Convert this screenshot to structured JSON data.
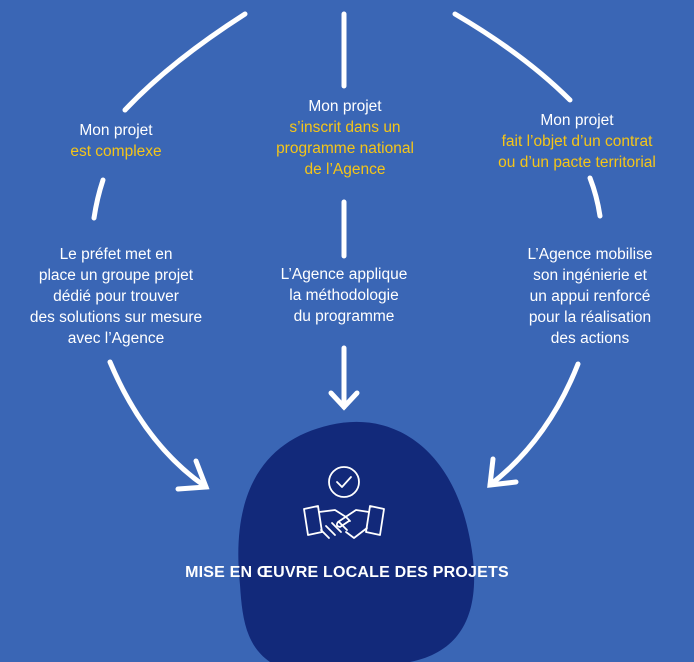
{
  "columns": [
    {
      "title_intro": "Mon projet",
      "title_highlight": [
        "est complexe"
      ],
      "body": [
        "Le préfet met en",
        "place un groupe projet",
        "dédié pour trouver",
        "des solutions sur mesure",
        "avec l’Agence"
      ]
    },
    {
      "title_intro": "Mon projet",
      "title_highlight": [
        "s’inscrit dans un",
        "programme national",
        "de l’Agence"
      ],
      "body": [
        "L’Agence applique",
        "la méthodologie",
        "du programme"
      ]
    },
    {
      "title_intro": "Mon projet",
      "title_highlight": [
        "fait l’objet d’un contrat",
        "ou d’un pacte territorial"
      ],
      "body": [
        "L’Agence mobilise",
        "son ingénierie et",
        "un appui renforcé",
        "pour la réalisation",
        "des actions"
      ]
    }
  ],
  "final_label": "MISE EN ŒUVRE LOCALE DES PROJETS",
  "icons": [
    "checkmark-circle-icon",
    "handshake-icon"
  ],
  "colors": {
    "background": "#3a66b5",
    "blob": "#12297a",
    "highlight": "#f5c518",
    "text": "#ffffff"
  }
}
